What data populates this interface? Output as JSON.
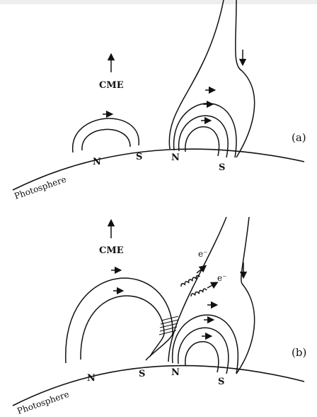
{
  "panels": [
    {
      "tag": "(a)",
      "cme_label": "CME",
      "surface_label": "Photosphere",
      "poles": [
        "N",
        "S",
        "N",
        "S"
      ]
    },
    {
      "tag": "(b)",
      "cme_label": "CME",
      "surface_label": "Photosphere",
      "poles": [
        "N",
        "S",
        "N",
        "S"
      ],
      "electron_labels": [
        "e⁻",
        "e⁻"
      ]
    }
  ],
  "colors": {
    "ink": "#111111",
    "background": "#ffffff"
  }
}
